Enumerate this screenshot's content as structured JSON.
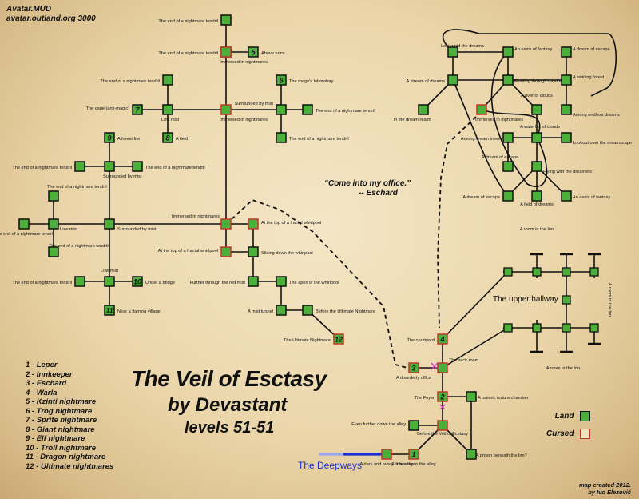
{
  "header": {
    "line1": "Avatar.MUD",
    "line2": "avatar.outland.org 3000"
  },
  "title": {
    "line1": "The Veil of Esctasy",
    "line2": "by Devastant",
    "line3": "levels 51-51"
  },
  "quote": {
    "text": "“Come into my office.”",
    "who": "-- Eschard"
  },
  "keys": [
    "1 - Leper",
    "2 - Innkeeper",
    "3 - Eschard",
    "4 - Warla",
    "5 - Kzinti nightmare",
    "6 - Trog nightmare",
    "7 - Sprite nightmare",
    "8 - Giant nightmare",
    "9 - Elf nightmare",
    "10 - Troll nightmare",
    "11 - Dragon nightmare",
    "12 - Ultimate nightmares"
  ],
  "legend": {
    "land": "Land",
    "cursed": "Cursed",
    "land_fill": "#4caf3a",
    "cursed_stroke": "#c0392b"
  },
  "credit": {
    "line1": "map created 2012.",
    "line2": "by Ivo Elezović"
  },
  "deepways": "The Deepways",
  "inn": {
    "upper_hallway": "The upper hallway",
    "room_left": "A room in the Inn",
    "room_lower": "A room in the Inn",
    "room_vertical": "A room in the Inn"
  },
  "colors": {
    "land": "#4caf3a",
    "cursed_border": "#c0392b",
    "path": "#111111",
    "deepways": "#1a2fd0",
    "marker": "#d633c8"
  },
  "rooms": [
    {
      "id": "tendril_top",
      "label": "The end of a nightmare tendril",
      "num": ""
    },
    {
      "id": "tendril_5l",
      "label": "The end of a nightmare tendril",
      "num": ""
    },
    {
      "id": "imm_top",
      "label": "Immersed in nightmares",
      "num": ""
    },
    {
      "id": "above_ruins",
      "label": "Above ruins",
      "num": "5"
    },
    {
      "id": "tendril_lm",
      "label": "The end of a nightmare tendril",
      "num": ""
    },
    {
      "id": "cage",
      "label": "The cage (anti-magic)",
      "num": "7"
    },
    {
      "id": "lowmist1",
      "label": "Low mist",
      "num": ""
    },
    {
      "id": "field",
      "label": "A field",
      "num": "8"
    },
    {
      "id": "imm_mid",
      "label": "Immersed in nightmares",
      "num": ""
    },
    {
      "id": "sbm_top",
      "label": "Surrounded by mist",
      "num": ""
    },
    {
      "id": "mage_lab",
      "label": "The mage's laboratory",
      "num": "6"
    },
    {
      "id": "tendril_r1",
      "label": "The end of a nightmare tendril",
      "num": ""
    },
    {
      "id": "tendril_r2",
      "label": "The end of a nightmare tendril",
      "num": ""
    },
    {
      "id": "forest_fire",
      "label": "A forest fire",
      "num": "9"
    },
    {
      "id": "tendril_ff_l",
      "label": "The end of a nightmare tendril",
      "num": ""
    },
    {
      "id": "sbm_mid",
      "label": "Surrounded by mist",
      "num": ""
    },
    {
      "id": "tendril_ff_r",
      "label": "The end of a nightmare tendril",
      "num": ""
    },
    {
      "id": "tendril_w_top",
      "label": "The end of a nightmare tendril",
      "num": ""
    },
    {
      "id": "tendril_w_left",
      "label": "The end of a nightmare tendril",
      "num": ""
    },
    {
      "id": "lowmist2",
      "label": "Low mist",
      "num": ""
    },
    {
      "id": "tendril_w_bot",
      "label": "The end of a nightmare tendril",
      "num": ""
    },
    {
      "id": "sbm_main",
      "label": "Surrounded by mist",
      "num": ""
    },
    {
      "id": "imm_main",
      "label": "Immersed in nightmares",
      "num": ""
    },
    {
      "id": "whirl_top",
      "label": "At the top of a fractal whirlpool",
      "num": ""
    },
    {
      "id": "whirl_top2",
      "label": "At the top of a fractal whirlpool",
      "num": ""
    },
    {
      "id": "slide",
      "label": "Sliding down the whirlpool",
      "num": ""
    },
    {
      "id": "lowmist3",
      "label": "Low mist",
      "num": ""
    },
    {
      "id": "tendril_lm3",
      "label": "The end of a nightmare tendril",
      "num": ""
    },
    {
      "id": "bridge",
      "label": "Under a bridge",
      "num": "10"
    },
    {
      "id": "village",
      "label": "Near a flaming village",
      "num": "11"
    },
    {
      "id": "red_mist",
      "label": "Further through the red mist",
      "num": ""
    },
    {
      "id": "apex",
      "label": "The apex of the whirlpool",
      "num": ""
    },
    {
      "id": "mist_tunnel",
      "label": "A mist tunnel",
      "num": ""
    },
    {
      "id": "before_ult",
      "label": "Before the Ultimate Nightmare",
      "num": ""
    },
    {
      "id": "ultimate",
      "label": "The Ultimate Nightmare",
      "num": "12"
    },
    {
      "id": "lost_amid",
      "label": "Lost amid the dreams",
      "num": ""
    },
    {
      "id": "oasis_top",
      "label": "An oasis of fantasy",
      "num": ""
    },
    {
      "id": "dream_escape_top",
      "label": "A dream of escape",
      "num": ""
    },
    {
      "id": "stream",
      "label": "A stream of dreams",
      "num": ""
    },
    {
      "id": "floating",
      "label": "Floating through daydreams",
      "num": ""
    },
    {
      "id": "swirling",
      "label": "A swirling forest",
      "num": ""
    },
    {
      "id": "endless",
      "label": "Among endless dreams",
      "num": ""
    },
    {
      "id": "imm_dream",
      "label": "Immersed in nightmares",
      "num": ""
    },
    {
      "id": "river_clouds",
      "label": "A river of clouds",
      "num": ""
    },
    {
      "id": "dream_realm",
      "label": "In the dream realm",
      "num": ""
    },
    {
      "id": "dream_trees",
      "label": "Among dream trees",
      "num": ""
    },
    {
      "id": "waterfall",
      "label": "A waterfall of clouds",
      "num": ""
    },
    {
      "id": "lookout",
      "label": "Lookout over the dreamscape",
      "num": ""
    },
    {
      "id": "dream_escape_mid",
      "label": "A dream of escape",
      "num": ""
    },
    {
      "id": "flying",
      "label": "Flying with the dreamers",
      "num": ""
    },
    {
      "id": "dream_escape_low",
      "label": "A dream of escape",
      "num": ""
    },
    {
      "id": "oasis_low",
      "label": "An oasis of fantasy",
      "num": ""
    },
    {
      "id": "field_dreams",
      "label": "A field of dreams",
      "num": ""
    },
    {
      "id": "courtyard",
      "label": "The courtyard",
      "num": "4"
    },
    {
      "id": "back_room",
      "label": "The back room",
      "num": ""
    },
    {
      "id": "office",
      "label": "A disorderly office",
      "num": "3"
    },
    {
      "id": "foyer",
      "label": "The Foyer",
      "num": "2"
    },
    {
      "id": "torture",
      "label": "A psionic torture chamber",
      "num": ""
    },
    {
      "id": "alley_further",
      "label": "Even further down the alley",
      "num": ""
    },
    {
      "id": "before_veil",
      "label": "Before the Veil of Ecstasy",
      "num": ""
    },
    {
      "id": "prison",
      "label": "A prison beneath the Inn?",
      "num": ""
    },
    {
      "id": "dark_alley",
      "label": "A dark and twisty little alley",
      "num": ""
    },
    {
      "id": "further_alley",
      "label": "Further down the alley",
      "num": "1"
    }
  ]
}
